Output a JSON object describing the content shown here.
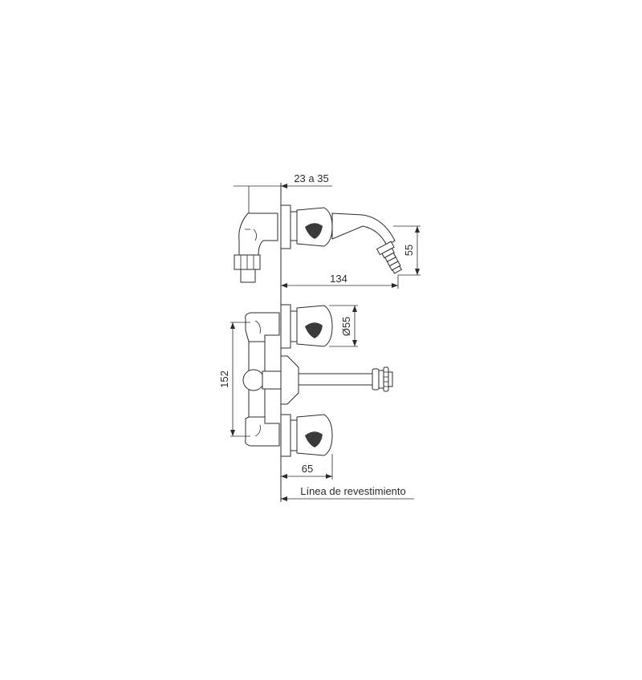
{
  "dimensions": {
    "wall_offset": "23 a 35",
    "spout_length": "134",
    "spout_drop": "55",
    "handle_diameter": "Ø55",
    "valve_spacing": "152",
    "handle_projection": "65"
  },
  "caption": "Línea de revestimiento"
}
